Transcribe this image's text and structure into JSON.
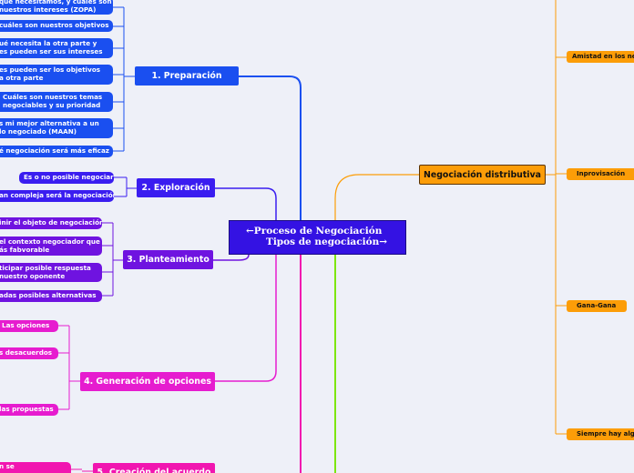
{
  "central": {
    "line1": "←Proceso de Negociación",
    "line2": "Tipos de negociación→"
  },
  "branches": {
    "preparacion": {
      "label": "1. Preparación",
      "items": [
        "qué necesitamos, y cuáles son\nnuestros intereses (ZOPA)",
        "cuáles son nuestros objetivos",
        "ué necesita la otra parte y\nes pueden ser sus intereses",
        "es pueden ser los objetivos\na otra parte",
        "Cuáles son nuestros temas\nnegociables y su prioridad",
        "s mi mejor alternativa a un\nlo negociado (MAAN)",
        "é negociación será más eficaz"
      ]
    },
    "exploracion": {
      "label": "2. Exploración",
      "items": [
        "Es o no posible negociar",
        "an compleja será la negociación"
      ]
    },
    "planteamiento": {
      "label": "3. Planteamiento",
      "items": [
        "inir el objeto de negociación",
        "el contexto negociador que\nás fabvorable",
        "ticipar posible respuesta\nnuestro oponente",
        "adas posibles alternativas"
      ]
    },
    "opciones": {
      "label": "4. Generación de opciones",
      "items": [
        "Las opciones",
        "s desacuerdos",
        "las propuestas"
      ]
    },
    "acuerdo": {
      "label": "5. Creación del acuerdo",
      "items": [
        "n se"
      ]
    }
  },
  "right": {
    "main": "Negociación distributiva",
    "items": [
      "Amistad en los ne",
      "Inprovisación",
      "Gana-Gana",
      "Siempre hay alg"
    ]
  }
}
